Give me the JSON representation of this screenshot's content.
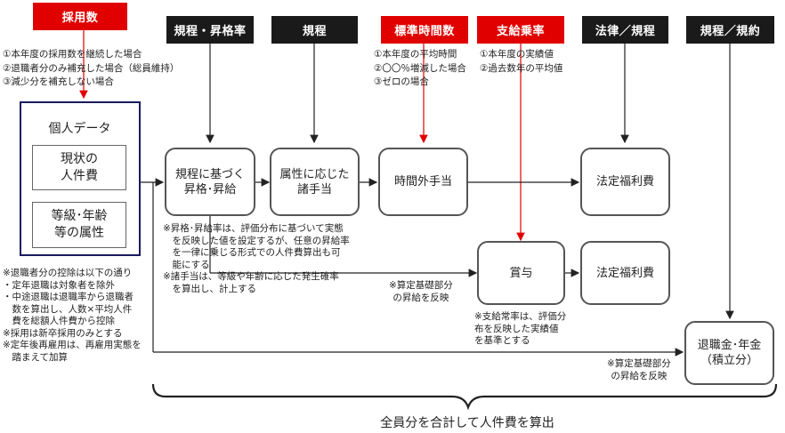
{
  "headers": {
    "saiyo": "採用数",
    "kitei_shokaku": "規程・昇格率",
    "kitei": "規程",
    "hyojun_jikan": "標準時間数",
    "shikyu": "支給乗率",
    "horitsu": "法律／規程",
    "kiyaku": "規程／規約"
  },
  "notes": {
    "saiyo": "①本年度の採用数を継続した場合\n②退職者分のみ補充した場合（総員維持）\n③減少分を補充しない場合",
    "hyojun": "①本年度の平均時間\n②〇〇％増減した場合\n③ゼロの場合",
    "shikyu": "①本年度の実績値\n②過去数年の平均値",
    "left_bottom": "※退職者分の控除は以下の通り\n・定年退職は対象者を除外\n・中途退職は退職率から退職者\n　数を算出し、人数×平均人件\n　費を総額人件費から控除\n※採用は新卒採用のみとする\n※定年後再雇用は、再雇用実態を\n　踏まえて加算",
    "shokaku": "※昇格･昇給率は、評価分布に基づいて実態\n　を反映した値を設定するが、任意の昇給率\n　を一律に乗じる形式での人件費算出も可\n　能にする\n※諸手当は、等級や年齢に応じた発生確率\n　を算出し、計上する",
    "santei1": "※算定基礎部分\nの昇給を反映",
    "shikyu_jo": "※支給常率は、評価分\n布を反映した実績値\nを基準とする",
    "santei2": "※算定基礎部分\nの昇給を反映"
  },
  "personal": {
    "title": "個人データ",
    "current": "現状の\n人件費",
    "attr": "等級･年齢\n等の属性"
  },
  "boxes": {
    "shokaku": "規程に基づく\n昇格･昇給",
    "teate": "属性に応じた\n諸手当",
    "jikangai": "時間外手当",
    "hotei1": "法定福利費",
    "shoyo": "賞与",
    "hotei2": "法定福利費",
    "taishoku": "退職金･年金\n（積立分）"
  },
  "footer": "全員分を合計して人件費を算出",
  "colors": {
    "red": "#e00000",
    "black": "#1a1a1a",
    "navy": "#1a1a5e"
  }
}
